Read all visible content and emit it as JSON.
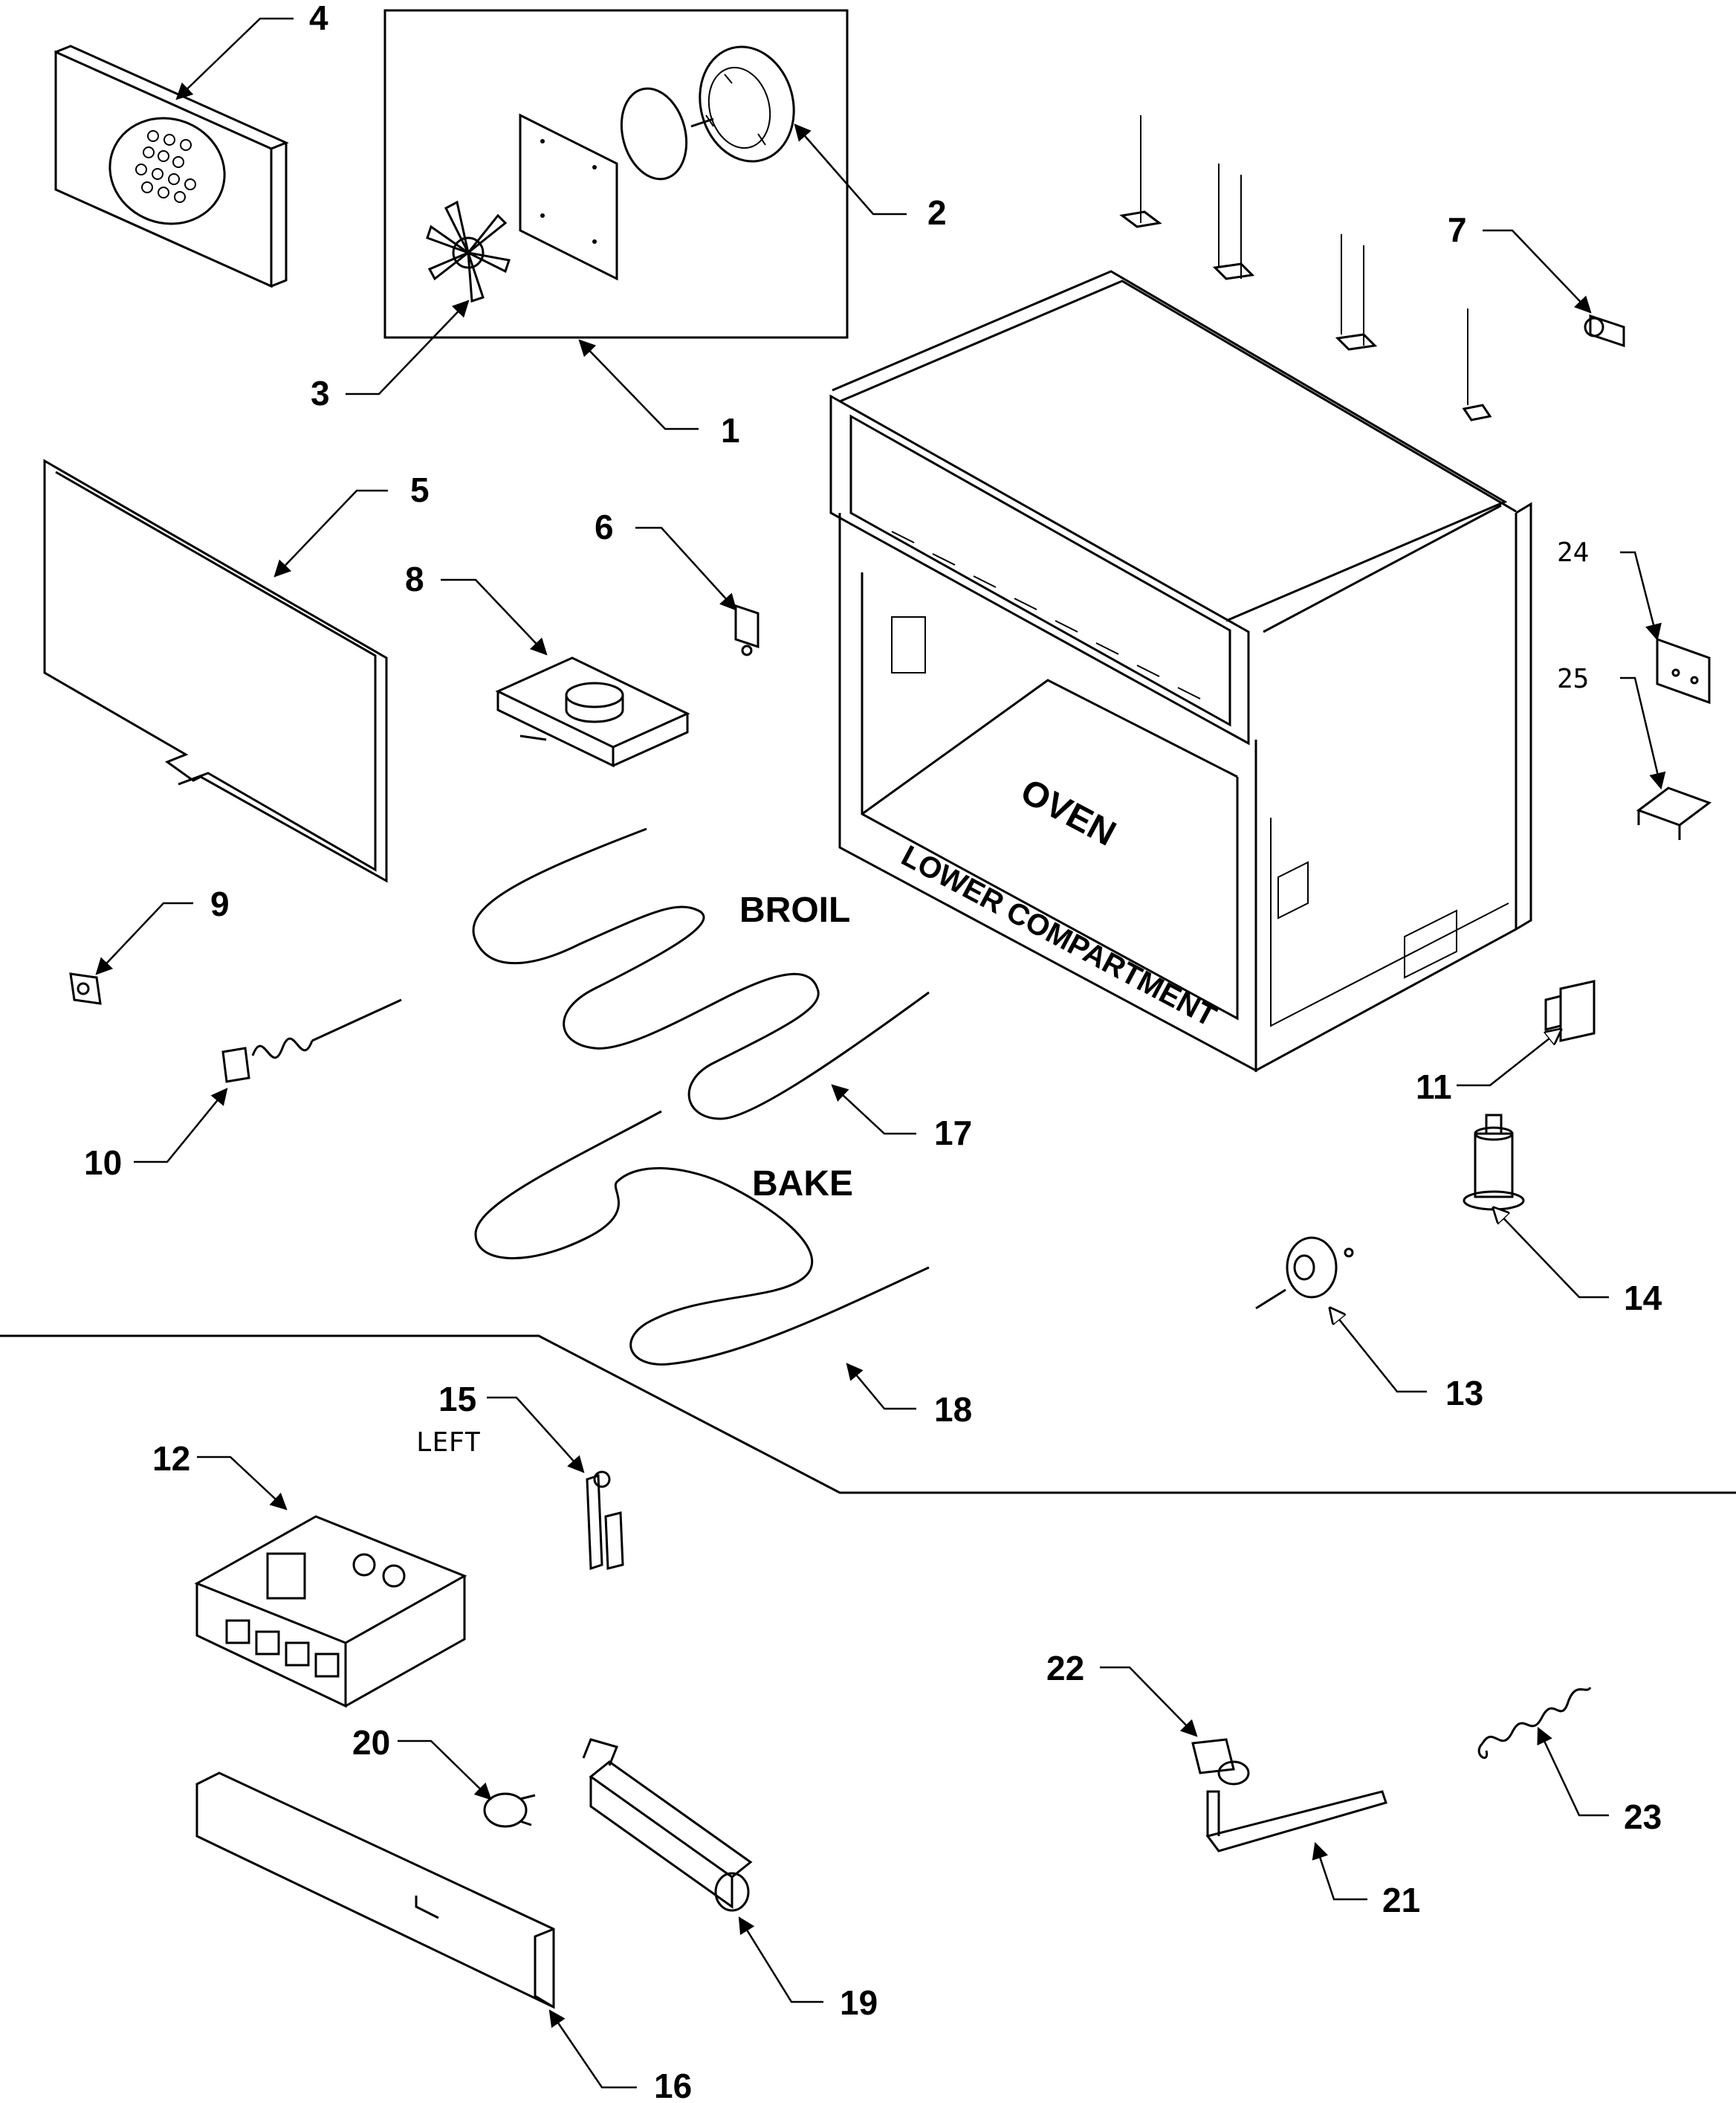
{
  "diagram": {
    "part_labels": {
      "p1": "1",
      "p2": "2",
      "p3": "3",
      "p4": "4",
      "p5": "5",
      "p6": "6",
      "p7": "7",
      "p8": "8",
      "p9": "9",
      "p10": "10",
      "p11": "11",
      "p12": "12",
      "p13": "13",
      "p14": "14",
      "p15": "15",
      "p16": "16",
      "p17": "17",
      "p18": "18",
      "p19": "19",
      "p20": "20",
      "p21": "21",
      "p22": "22",
      "p23": "23",
      "p24": "24",
      "p25": "25"
    },
    "text_labels": {
      "broil": "BROIL",
      "bake": "BAKE",
      "oven": "OVEN",
      "lower_compartment": "LOWER COMPARTMENT",
      "left": "LEFT"
    }
  }
}
